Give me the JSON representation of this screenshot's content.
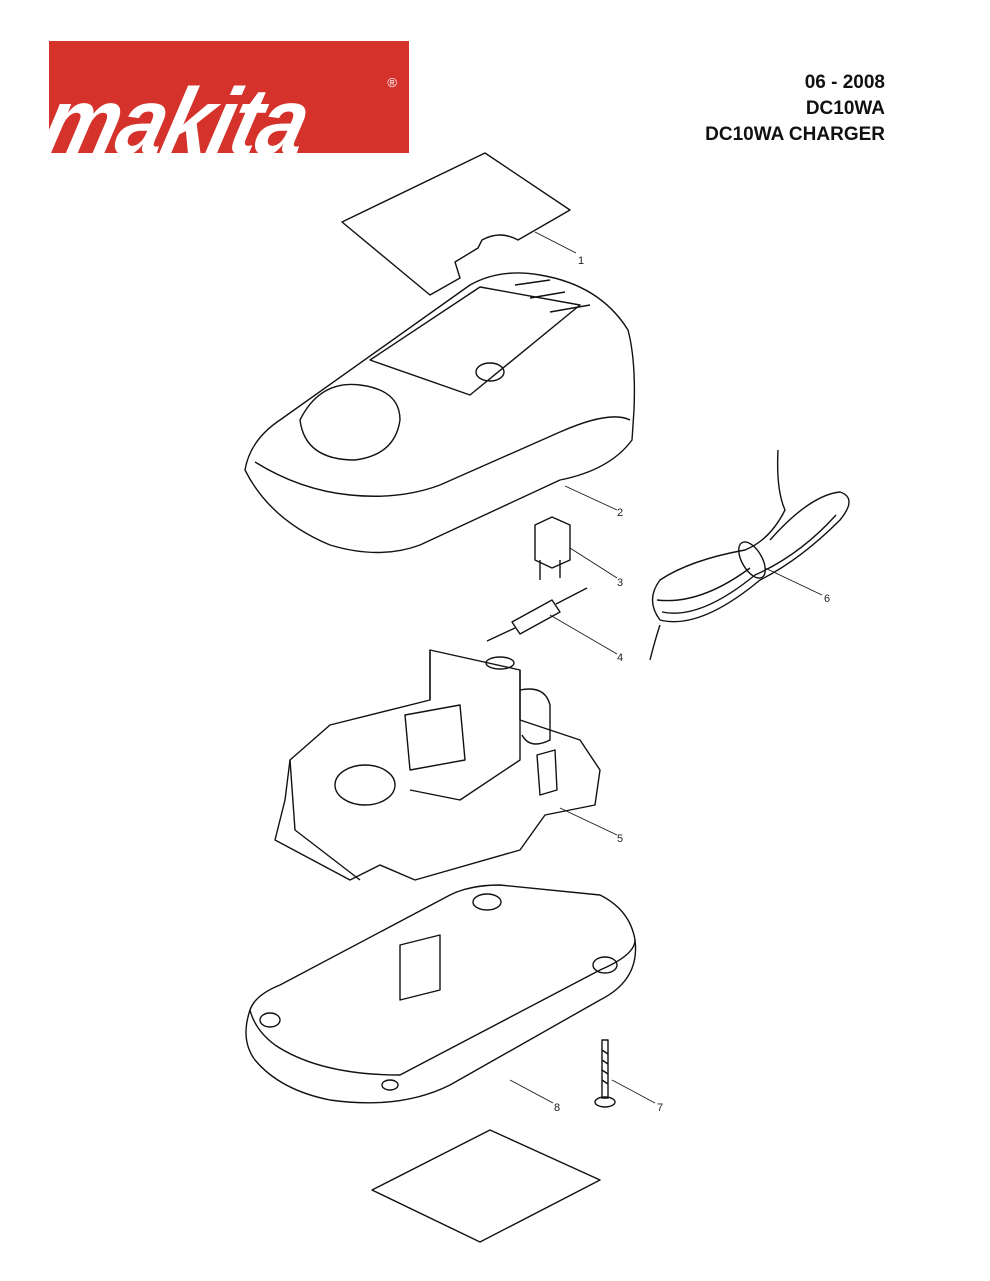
{
  "logo": {
    "text": "makita",
    "registered": "®",
    "color": "#d6322c"
  },
  "header": {
    "date": "06 - 2008",
    "model": "DC10WA",
    "title": "DC10WA CHARGER"
  },
  "parts": [
    {
      "number": "1",
      "name": "label"
    },
    {
      "number": "2",
      "name": "housing-top"
    },
    {
      "number": "3",
      "name": "relay"
    },
    {
      "number": "4",
      "name": "fuse"
    },
    {
      "number": "5",
      "name": "circuit-board"
    },
    {
      "number": "6",
      "name": "power-cord"
    },
    {
      "number": "7",
      "name": "screw"
    },
    {
      "number": "8",
      "name": "housing-base"
    }
  ]
}
